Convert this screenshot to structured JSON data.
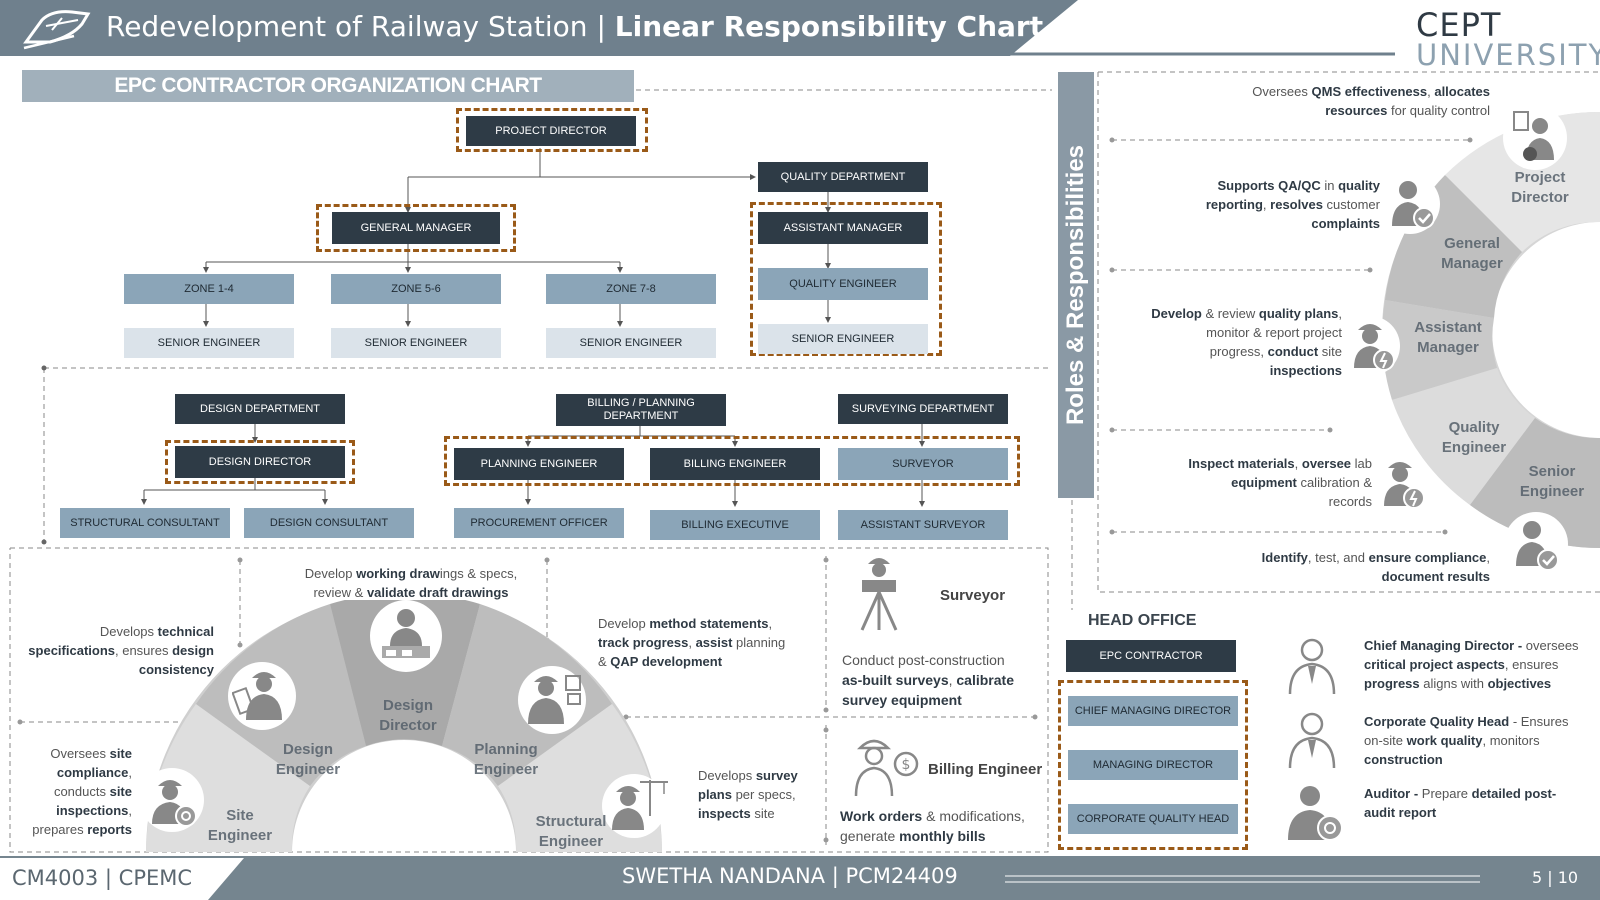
{
  "header": {
    "title_regular": "Redevelopment of Railway Station | ",
    "title_bold": "Linear Responsibility Chart",
    "logo_line1": "CEPT",
    "logo_line2": "UNIVERSITY"
  },
  "footer": {
    "course": "CM4003 | CPEMC",
    "author": "SWETHA NANDANA | PCM24409",
    "page": "5 | 10"
  },
  "org_chart": {
    "title": "EPC CONTRACTOR ORGANIZATION CHART",
    "project_director": "PROJECT DIRECTOR",
    "general_manager": "GENERAL MANAGER",
    "quality": {
      "department": "QUALITY DEPARTMENT",
      "assistant_manager": "ASSISTANT MANAGER",
      "quality_engineer": "QUALITY ENGINEER",
      "senior_engineer": "SENIOR ENGINEER"
    },
    "zones": [
      {
        "name": "ZONE 1-4",
        "engineer": "SENIOR ENGINEER"
      },
      {
        "name": "ZONE 5-6",
        "engineer": "SENIOR ENGINEER"
      },
      {
        "name": "ZONE 7-8",
        "engineer": "SENIOR ENGINEER"
      }
    ],
    "design": {
      "department": "DESIGN DEPARTMENT",
      "director": "DESIGN DIRECTOR",
      "structural": "STRUCTURAL CONSULTANT",
      "consultant": "DESIGN CONSULTANT"
    },
    "billing": {
      "department_line1": "BILLING / PLANNING",
      "department_line2": "DEPARTMENT",
      "planning_engineer": "PLANNING ENGINEER",
      "billing_engineer": "BILLING ENGINEER",
      "procurement": "PROCUREMENT OFFICER",
      "billing_executive": "BILLING EXECUTIVE"
    },
    "surveying": {
      "department": "SURVEYING DEPARTMENT",
      "surveyor": "SURVEYOR",
      "assistant": "ASSISTANT SURVEYOR"
    }
  },
  "roles_banner": "Roles & Responsibilities",
  "quality_roles": {
    "labels": [
      "Project Director",
      "General Manager",
      "Assistant Manager",
      "Quality Engineer",
      "Senior Engineer"
    ],
    "descriptions": [
      {
        "pre": "Oversees ",
        "b1": "QMS effectiveness",
        "mid": ", ",
        "b2": "allocates",
        "l2b": "resources",
        "post": " for quality control"
      },
      {
        "b1": "Supports QA/QC",
        "mid": " in ",
        "b2": "quality",
        "l2b": "reporting",
        "mid2": ", ",
        "b3": "resolves",
        "post": " customer",
        "l3": "complaints"
      },
      {
        "b1": "Develop",
        "mid": " & review ",
        "b2": "quality plans",
        "post": ",",
        "l2": "monitor & report project",
        "l3": "progress, ",
        "l3b": "conduct",
        "l3post": " site",
        "l4": "inspections"
      },
      {
        "b1": "Inspect materials",
        "mid": ", ",
        "b2": "oversee",
        "post": " lab",
        "l2b": "equipment",
        "l2": " calibration &",
        "l3": "records"
      },
      {
        "b1": "Identify",
        "mid": ", test, and ",
        "b2": "ensure compliance",
        "post": ",",
        "l2b": "document results"
      }
    ]
  },
  "design_roles": {
    "labels": [
      "Site Engineer",
      "Design Engineer",
      "Design Director",
      "Planning Engineer",
      "Structural Engineer"
    ],
    "site": {
      "l1": "Oversees ",
      "l1b": "site",
      "l2b": "compliance",
      "l2": ",",
      "l3": "conducts ",
      "l3b": "site",
      "l4b": "inspections",
      "l4": ",",
      "l5": "prepares ",
      "l5b": "reports"
    },
    "design_engineer": {
      "l1": "Develops ",
      "l1b": "technical",
      "l2b": "specifications",
      "l2": ", ensures ",
      "l2b2": "design",
      "l3b": "consistency"
    },
    "design_director": {
      "l1": "Develop ",
      "l1b": "working draw",
      "l1c": "ings & specs,",
      "l2": "review & ",
      "l2b": "validate draft drawings"
    },
    "planning": {
      "l1": "Develop ",
      "l1b": "method statements",
      "l1c": ",",
      "l2b": "track progress",
      "l2": ", ",
      "l2b2": "assist",
      "l2c": " planning",
      "l3": "& ",
      "l3b": "QAP development"
    },
    "structural": {
      "l1": "Develops ",
      "l1b": "survey",
      "l2b": "plans",
      "l2": " per specs,",
      "l3b": "inspects",
      "l3": " site"
    }
  },
  "surveyor_panel": {
    "title": "Surveyor",
    "l1": "Conduct post-construction",
    "l2b": "as-built surveys",
    "l2": ", ",
    "l2b2": "calibrate",
    "l3b": "survey equipment"
  },
  "billing_panel": {
    "title": "Billing Engineer",
    "l1b": "Work orders",
    "l1": " & modifications,",
    "l2": "generate ",
    "l2b": "monthly bills"
  },
  "head_office": {
    "title": "HEAD OFFICE",
    "epc": "EPC CONTRACTOR",
    "members": [
      "CHIEF MANAGING DIRECTOR",
      "MANAGING DIRECTOR",
      "CORPORATE QUALITY HEAD"
    ],
    "roles": [
      {
        "b": "Chief Managing Director -",
        "t": " oversees",
        "l2b": "critical project aspects",
        "l2": ", ensures",
        "l3b": "progress",
        "l3": " aligns with ",
        "l3b2": "objectives"
      },
      {
        "b": "Corporate Quality Head",
        "t": " - Ensures",
        "l2": "on-site ",
        "l2b": "work quality",
        "l2c": ", monitors",
        "l3": "construction"
      },
      {
        "b": "Auditor -",
        "t": " Prepare ",
        "tb": "detailed post-",
        "l2b": "audit report"
      }
    ]
  },
  "colors": {
    "header": "#6f808d",
    "footer": "#75858f",
    "dark_box": "#2e3b46",
    "mid_box": "#8ba5b8",
    "light_box": "#dbe3ea",
    "dashed_border": "#9a5a18",
    "arc_outer": "#e4e4e4",
    "arc_mid": "#b5b5b5"
  }
}
